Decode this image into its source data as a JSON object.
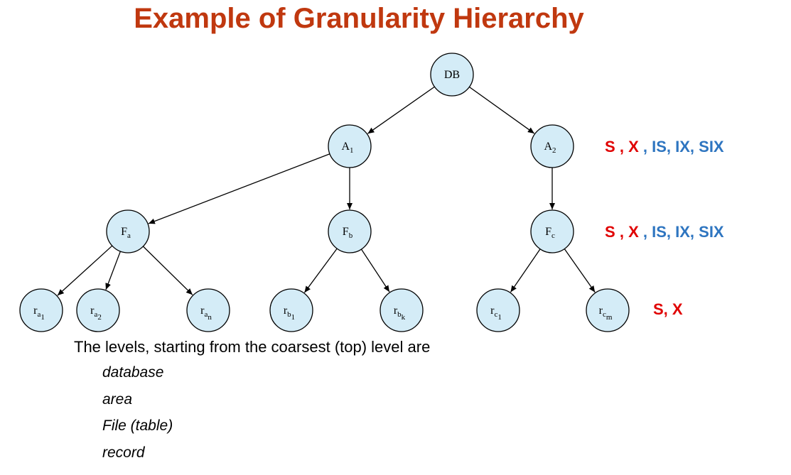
{
  "title": "Example of Granularity Hierarchy",
  "nodes": {
    "db": {
      "base": "DB",
      "sub": "",
      "subsub": ""
    },
    "a1": {
      "base": "A",
      "sub": "1",
      "subsub": ""
    },
    "a2": {
      "base": "A",
      "sub": "2",
      "subsub": ""
    },
    "fa": {
      "base": "F",
      "sub": "a",
      "subsub": ""
    },
    "fb": {
      "base": "F",
      "sub": "b",
      "subsub": ""
    },
    "fc": {
      "base": "F",
      "sub": "c",
      "subsub": ""
    },
    "ra1": {
      "base": "r",
      "sub": "a",
      "subsub": "1"
    },
    "ra2": {
      "base": "r",
      "sub": "a",
      "subsub": "2"
    },
    "ran": {
      "base": "r",
      "sub": "a",
      "subsub": "n"
    },
    "rb1": {
      "base": "r",
      "sub": "b",
      "subsub": "1"
    },
    "rbk": {
      "base": "r",
      "sub": "b",
      "subsub": "k"
    },
    "rc1": {
      "base": "r",
      "sub": "c",
      "subsub": "1"
    },
    "rcm": {
      "base": "r",
      "sub": "c",
      "subsub": "m"
    }
  },
  "lock_modes": {
    "area_level": {
      "s": "S",
      "sep1": ",",
      "x": "X",
      "sep2": ",",
      "rest": "IS, IX, SIX"
    },
    "file_level": {
      "s": "S",
      "sep1": ",",
      "x": "X",
      "sep2": ",",
      "rest": "IS, IX, SIX"
    },
    "record_level": {
      "text": "S, X"
    }
  },
  "colors": {
    "title": "#c0380f",
    "node_fill": "#d4ecf7",
    "red": "#e00000",
    "blue": "#2e75c0"
  },
  "levels_intro": "The levels, starting from the coarsest (top) level are",
  "levels": [
    "database",
    "area",
    "File (table)",
    "record"
  ]
}
